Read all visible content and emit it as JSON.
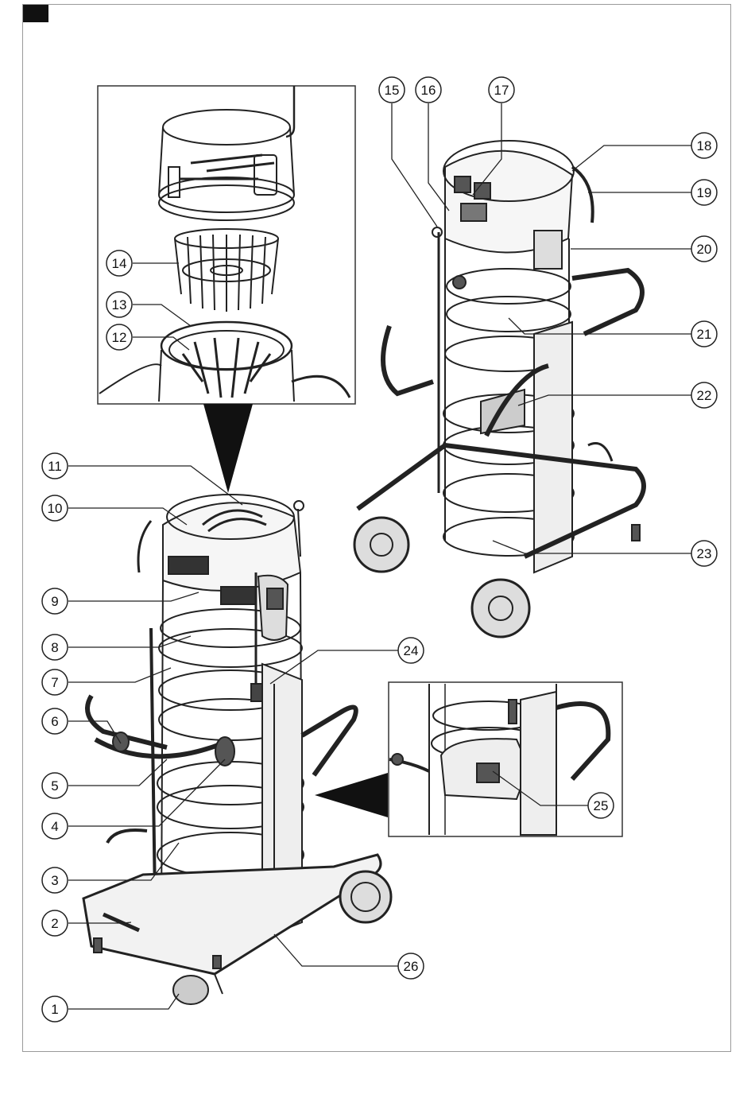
{
  "figure": {
    "callouts": [
      {
        "id": "1"
      },
      {
        "id": "2"
      },
      {
        "id": "3"
      },
      {
        "id": "4"
      },
      {
        "id": "5"
      },
      {
        "id": "6"
      },
      {
        "id": "7"
      },
      {
        "id": "8"
      },
      {
        "id": "9"
      },
      {
        "id": "10"
      },
      {
        "id": "11"
      },
      {
        "id": "12"
      },
      {
        "id": "13"
      },
      {
        "id": "14"
      },
      {
        "id": "15"
      },
      {
        "id": "16"
      },
      {
        "id": "17"
      },
      {
        "id": "18"
      },
      {
        "id": "19"
      },
      {
        "id": "20"
      },
      {
        "id": "21"
      },
      {
        "id": "22"
      },
      {
        "id": "23"
      },
      {
        "id": "24"
      },
      {
        "id": "25"
      },
      {
        "id": "26"
      }
    ]
  }
}
